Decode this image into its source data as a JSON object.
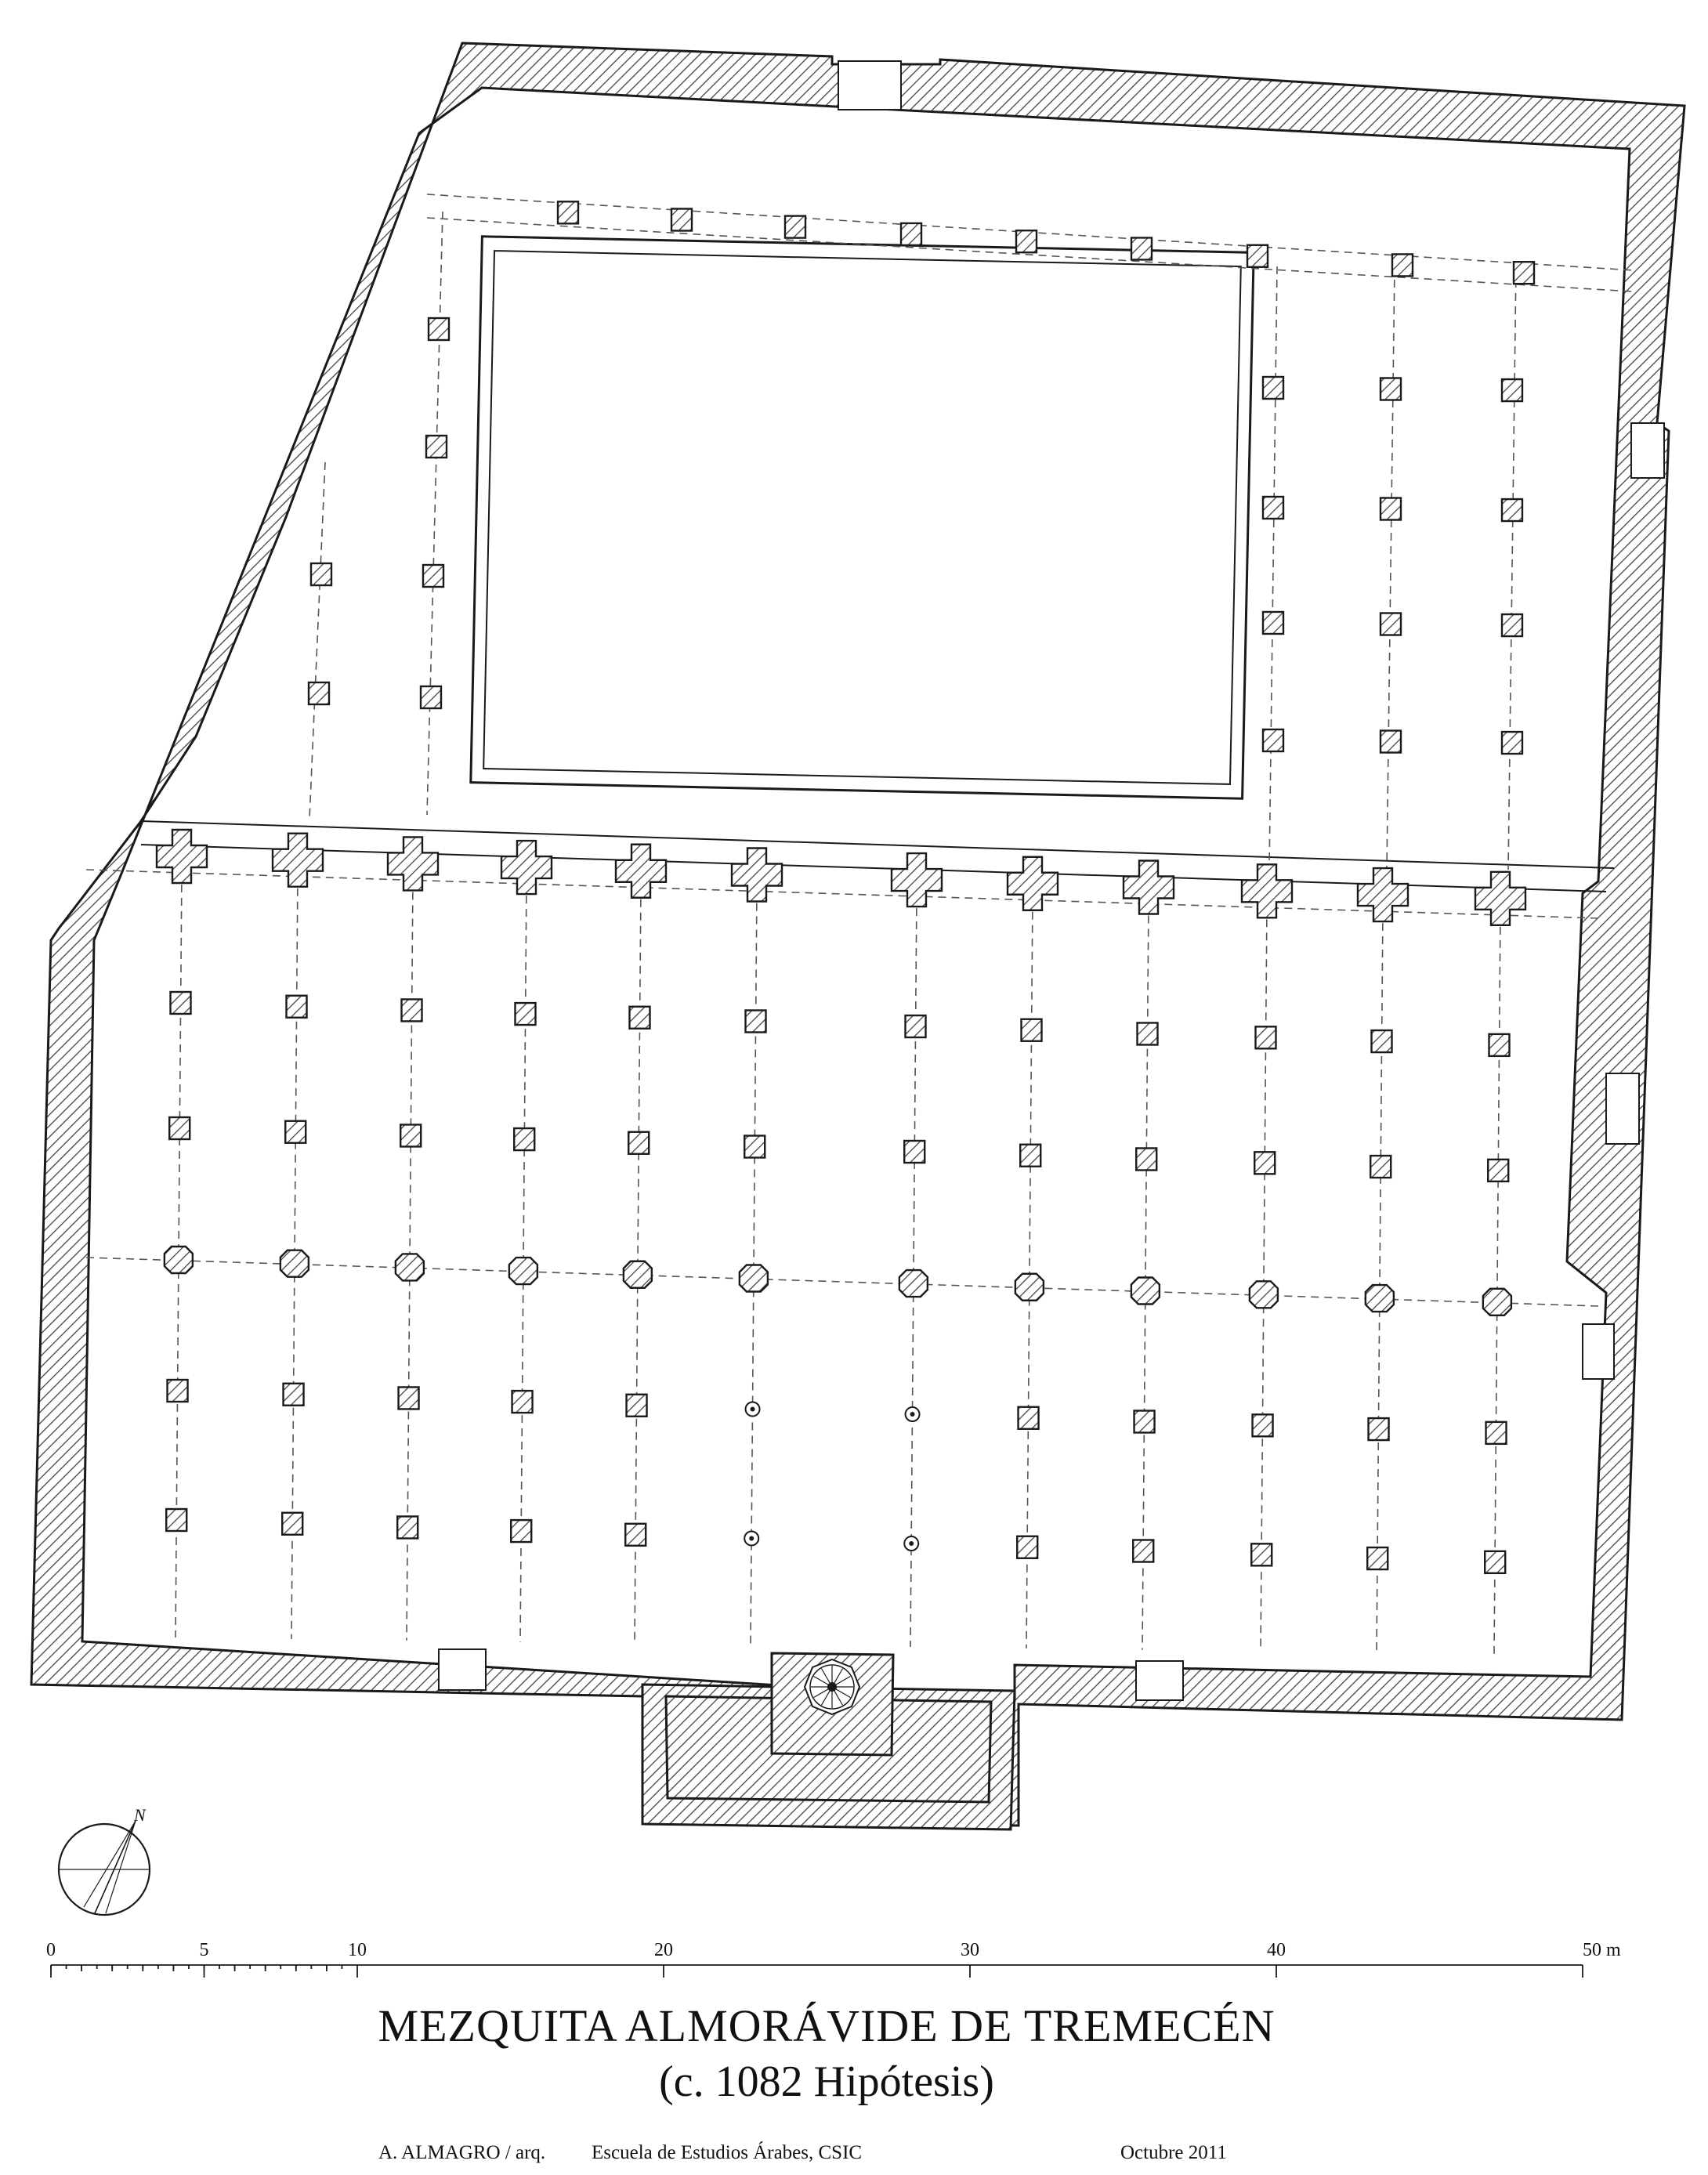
{
  "title": "MEZQUITA ALMORÁVIDE DE TREMECÉN",
  "subtitle": "(c. 1082  Hipótesis)",
  "credits": {
    "author": "A. ALMAGRO / arq.",
    "institution": "Escuela de Estudios Árabes, CSIC",
    "date": "Octubre 2011"
  },
  "north_label": "N",
  "scale_bar": {
    "max": 50,
    "ticks": [
      {
        "value": 0,
        "label": "0"
      },
      {
        "value": 5,
        "label": "5"
      },
      {
        "value": 10,
        "label": "10"
      },
      {
        "value": 20,
        "label": "20"
      },
      {
        "value": 30,
        "label": "30"
      },
      {
        "value": 40,
        "label": "40"
      },
      {
        "value": 50,
        "label": "50 m"
      }
    ]
  },
  "colors": {
    "wall_stroke": "#1a1a1a",
    "hatch": "#444444",
    "grid_line": "#555555",
    "background": "#ffffff"
  }
}
